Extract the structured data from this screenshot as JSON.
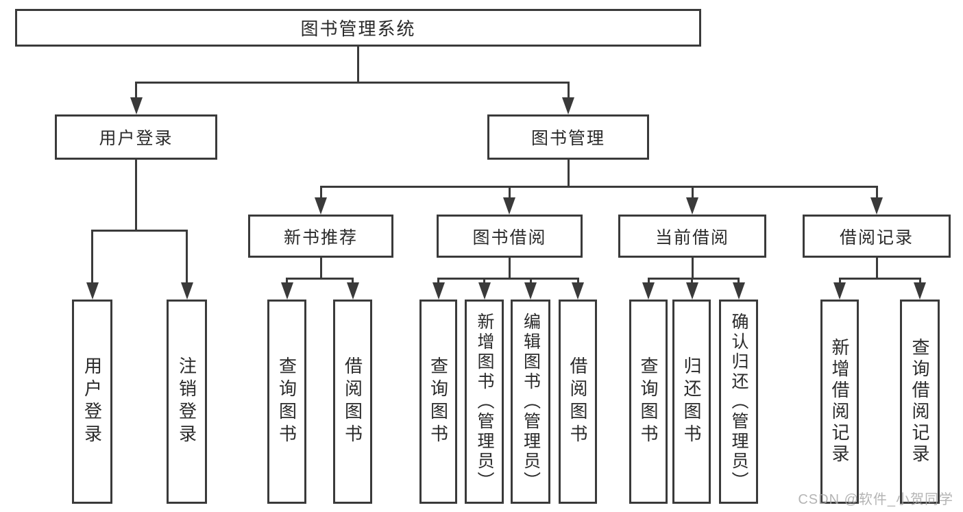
{
  "tree": {
    "root": "图书管理系统",
    "children": [
      {
        "label": "用户登录",
        "children": [
          "用户登录",
          "注销登录"
        ]
      },
      {
        "label": "图书管理",
        "children": [
          {
            "label": "新书推荐",
            "children": [
              "查询图书",
              "借阅图书"
            ]
          },
          {
            "label": "图书借阅",
            "children": [
              "查询图书",
              "新增图书（管理员）",
              "编辑图书（管理员）",
              "借阅图书"
            ]
          },
          {
            "label": "当前借阅",
            "children": [
              "查询图书",
              "归还图书",
              "确认归还（管理员）"
            ]
          },
          {
            "label": "借阅记录",
            "children": [
              "新增借阅记录",
              "查询借阅记录"
            ]
          }
        ]
      }
    ]
  },
  "watermark": "CSDN @软件_小贺同学",
  "colors": {
    "line": "#3a3a3a",
    "text": "#2a2a2a",
    "watermark": "#a8a8a8",
    "background": "#ffffff"
  }
}
